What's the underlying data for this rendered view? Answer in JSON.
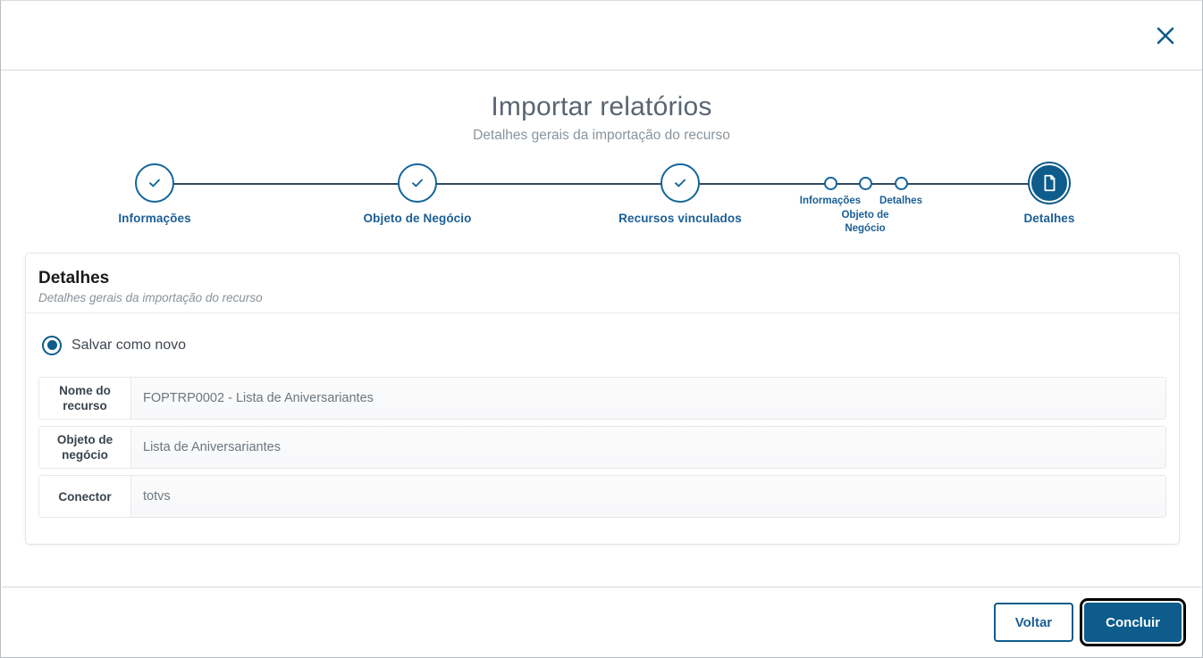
{
  "dialog": {
    "close_icon": "close-icon",
    "title": "Importar relatórios",
    "subtitle": "Detalhes gerais da importação do recurso"
  },
  "stepper": {
    "steps": [
      {
        "label": "Informações",
        "state": "completed",
        "icon": "check-icon"
      },
      {
        "label": "Objeto de Negócio",
        "state": "completed",
        "icon": "check-icon"
      },
      {
        "label": "Recursos vinculados",
        "state": "completed",
        "icon": "check-icon"
      },
      {
        "label": "Detalhes",
        "state": "active",
        "icon": "document-icon"
      }
    ],
    "compact_steps": [
      {
        "label": "Informações"
      },
      {
        "label": "Objeto de Negócio"
      },
      {
        "label": "Detalhes"
      }
    ]
  },
  "card": {
    "title": "Detalhes",
    "subtitle": "Detalhes gerais da importação do recurso",
    "radio": {
      "label": "Salvar como novo",
      "selected": true
    },
    "fields": [
      {
        "label": "Nome do recurso",
        "value": "FOPTRP0002 - Lista de Aniversariantes"
      },
      {
        "label": "Objeto de negócio",
        "value": "Lista de Aniversariantes"
      },
      {
        "label": "Conector",
        "value": "totvs"
      }
    ]
  },
  "footer": {
    "back_label": "Voltar",
    "finish_label": "Concluir"
  },
  "colors": {
    "primary": "#0d5c8c",
    "link": "#1b5e96",
    "title_text": "#5a6570",
    "muted": "#8a949d"
  }
}
